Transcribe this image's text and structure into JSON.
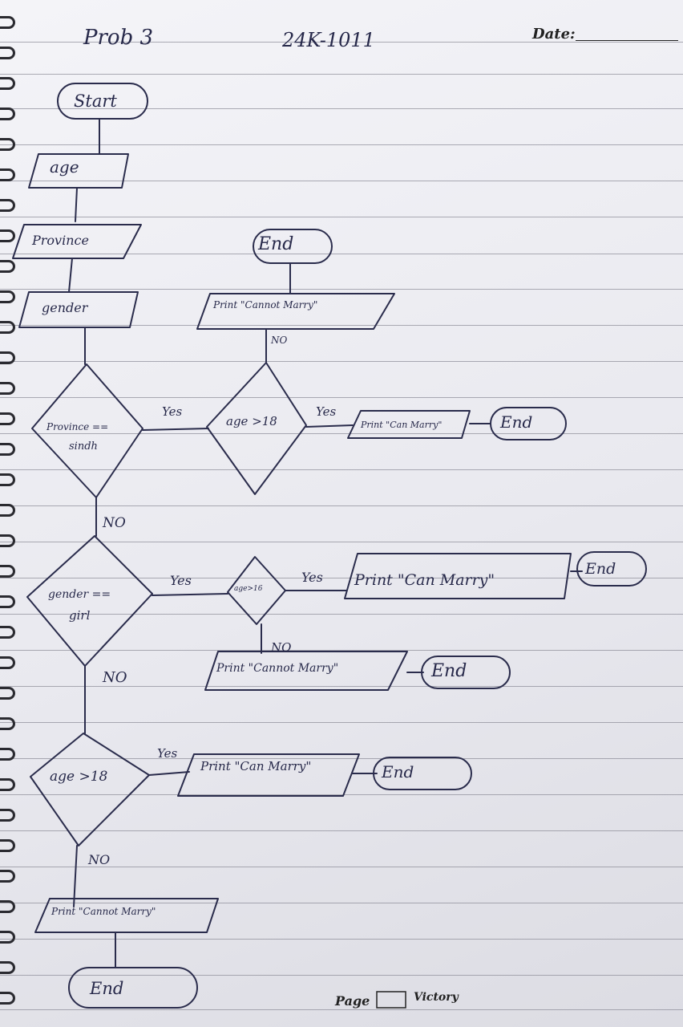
{
  "header": {
    "title": "Prob 3",
    "roll": "24K-1011",
    "date_label": "Date:"
  },
  "footer": {
    "page_label": "Page",
    "brand": "Victory"
  },
  "flowchart": {
    "start": "Start",
    "input_age": "age",
    "input_province": "Province",
    "input_gender": "gender",
    "dec_province": "Province ==",
    "dec_province_2": "sindh",
    "dec_gender": "gender ==",
    "dec_gender_2": "girl",
    "dec_age_last": "age >18",
    "dec_age_1": "age >18",
    "dec_age_2": "age>16",
    "out_cannot_top": "Print \"Cannot Marry\"",
    "out_can_1": "Print \"Can Marry\"",
    "out_can_2": "Print \"Can Marry\"",
    "out_cannot_mid": "Print \"Cannot Marry\"",
    "out_can_3": "Print \"Can Marry\"",
    "out_cannot_bottom": "Print \"Cannot Marry\"",
    "end": "End",
    "yes": "Yes",
    "no": "NO"
  }
}
